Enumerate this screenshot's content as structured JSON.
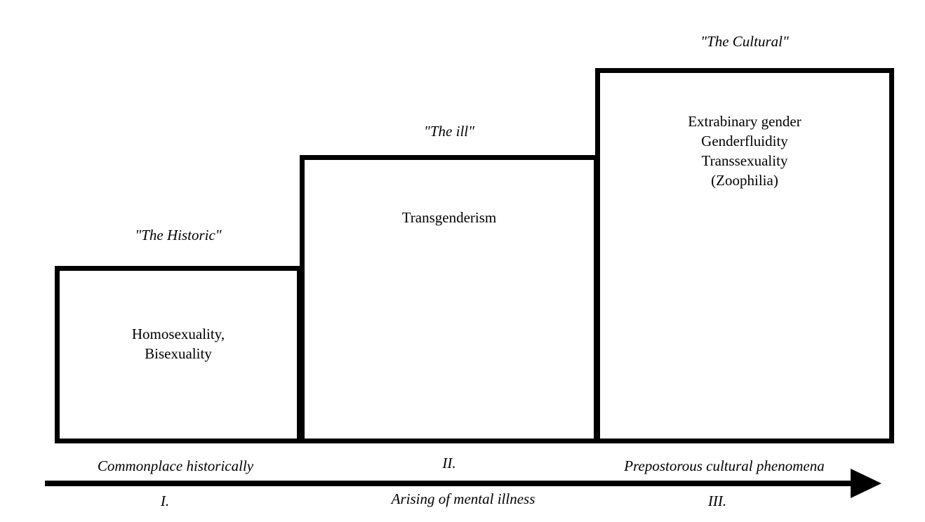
{
  "stages": [
    {
      "title": "\"The Historic\"",
      "lines": [
        "Homosexuality,",
        "Bisexuality"
      ],
      "numeral": "I.",
      "caption": "Commonplace historically"
    },
    {
      "title": "\"The ill\"",
      "lines": [
        "Transgenderism"
      ],
      "numeral": "II.",
      "caption": ""
    },
    {
      "title": "\"The Cultural\"",
      "lines": [
        "Extrabinary gender",
        "Genderfluidity",
        "Transsexuality",
        "(Zoophilia)"
      ],
      "numeral": "III.",
      "caption": "Prepostorous cultural phenomena"
    }
  ],
  "axis": {
    "label": "Arising of mental illness"
  },
  "colors": {
    "stroke": "#000000",
    "background": "#ffffff"
  }
}
